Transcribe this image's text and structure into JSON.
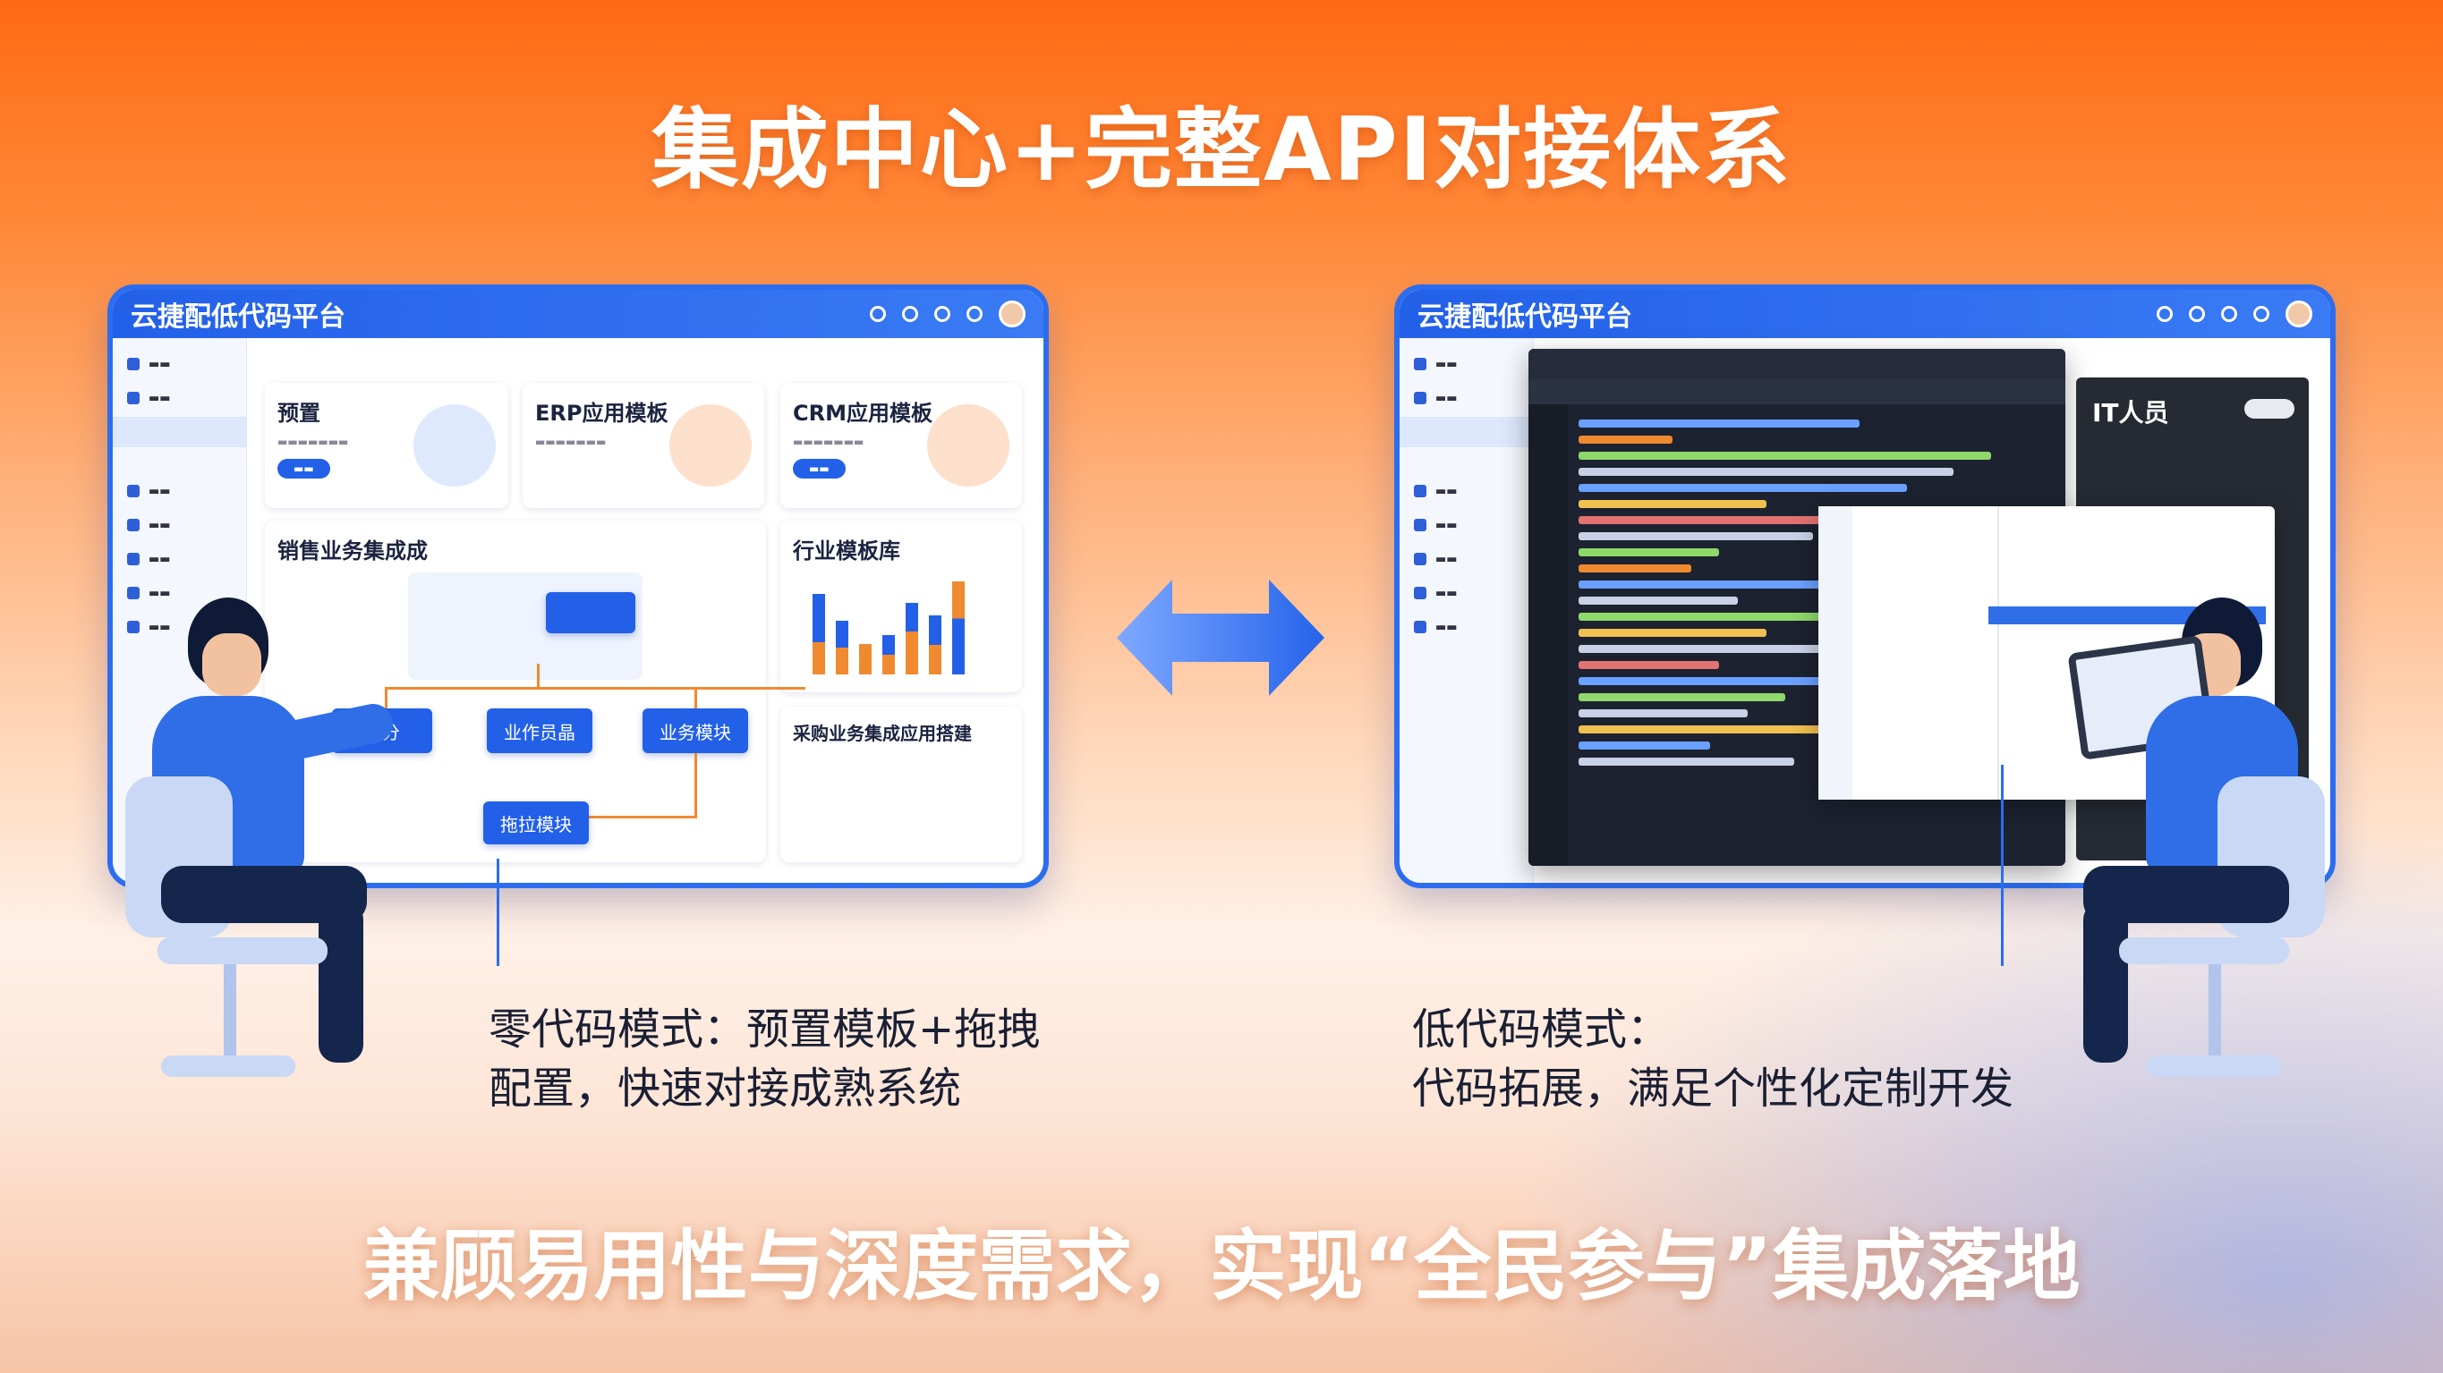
{
  "title": "集成中心+完整API对接体系",
  "subtitle": "兼顾易用性与深度需求，实现“全民参与”集成落地",
  "left_caption": {
    "line1": "零代码模式：预置模板+拖拽",
    "line2": "配置，快速对接成熟系统"
  },
  "right_caption": {
    "line1": "低代码模式：",
    "line2": "代码拓展，满足个性化定制开发"
  },
  "left_window": {
    "title": "云捷配低代码平台",
    "cards": {
      "preset": "预置",
      "erp": "ERP应用模板",
      "crm": "CRM应用模板",
      "sales": "销售业务集成成",
      "industry": "行业模板库",
      "purchase": "采购业务集成应用搭建"
    },
    "flow": {
      "mid": "业作员晶",
      "right": "业务模块",
      "drag": "拖拉模块",
      "top": "BI分"
    }
  },
  "right_window": {
    "title": "云捷配低代码平台",
    "it_label": "IT人员"
  },
  "colors": {
    "brand_blue": "#2260e8",
    "orange": "#ff6a14"
  }
}
